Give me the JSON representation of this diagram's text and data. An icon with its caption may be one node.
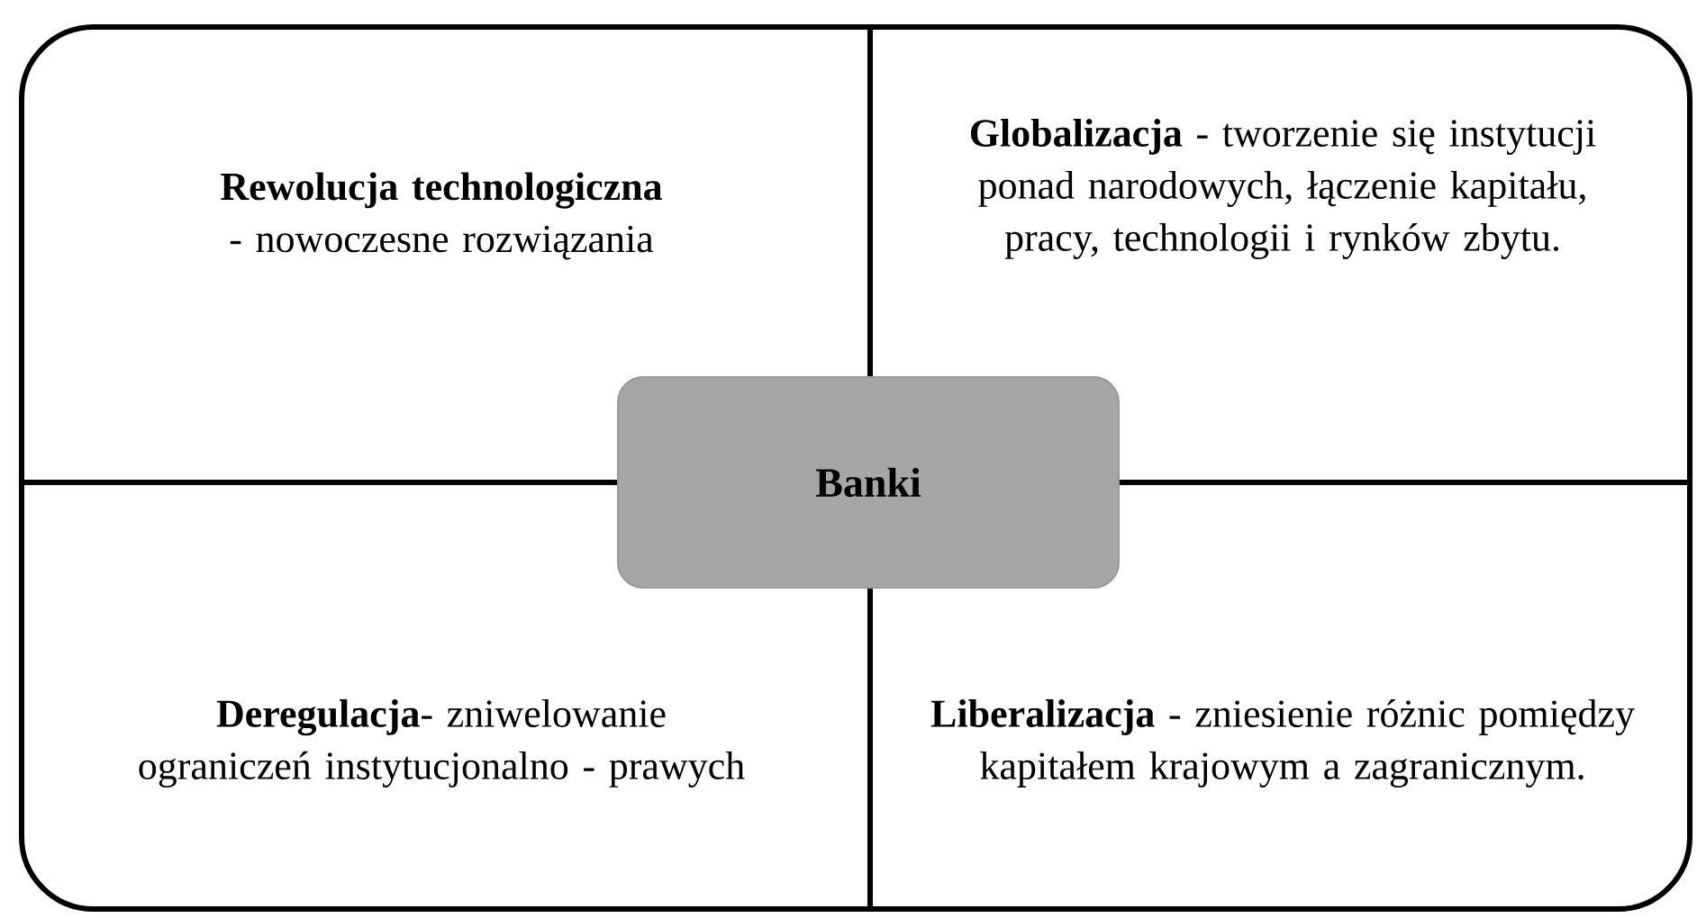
{
  "diagram": {
    "nodes": [
      {
        "text": [
          "**Rewolucja technologiczna** - nowoczesne rozwiązania"
        ]
      },
      {
        "text": [
          "**Globalizacja** - tworzenie się instytucji ponad narodowych, łączenie kapitału, pracy, technologii i rynków zbytu."
        ]
      },
      {
        "text": [
          "Banki"
        ]
      },
      {
        "text": [
          "**Deregulacja**- zniwelowanie ograniczeń instytucjonalno - prawych"
        ]
      },
      {
        "text": [
          "**Liberalizacja** - zniesienie różnic pomiędzy kapitałem krajowym a zagranicznym."
        ]
      }
    ]
  }
}
